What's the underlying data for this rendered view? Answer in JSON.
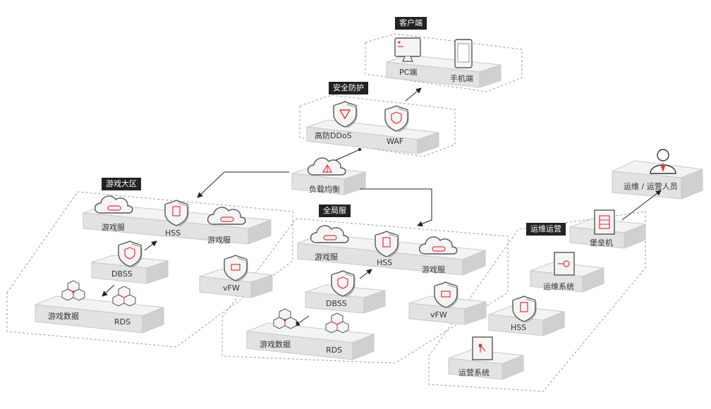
{
  "colors": {
    "accent": "#e8303b",
    "block_top": "#f3f3f3",
    "block_front": "#dcdcdc",
    "zone_border": "#9a9a9a",
    "tag_bg": "#222222"
  },
  "zones": {
    "client": {
      "tag": "客户端",
      "pc": "PC端",
      "mobile": "手机端"
    },
    "security": {
      "tag": "安全防护",
      "ddos": "高防DDoS",
      "waf": "WAF"
    },
    "lb": {
      "label": "负载均衡"
    },
    "game_region": {
      "tag": "游戏大区",
      "server1": "游戏服",
      "hss": "HSS",
      "server2": "游戏服",
      "dbss": "DBSS",
      "vfw": "vFW",
      "gamedata": "游戏数据",
      "rds": "RDS"
    },
    "global": {
      "tag": "全局服",
      "server1": "游戏服",
      "hss": "HSS",
      "server2": "游戏服",
      "dbss": "DBSS",
      "vfw": "vFW",
      "gamedata": "游戏数据",
      "rds": "RDS"
    },
    "ops": {
      "tag": "运维运营",
      "bastion": "堡垒机",
      "opsys": "运维系统",
      "hss": "HSS",
      "opersys": "运营系统"
    },
    "personnel": {
      "label": "运维 / 运营人员"
    }
  },
  "icons": [
    "monitor-icon",
    "tablet-icon",
    "anti-ddos-shield-icon",
    "waf-shield-icon",
    "load-balancer-cloud-icon",
    "game-server-cloud-icon",
    "hss-shield-icon",
    "dbss-shield-icon",
    "vfw-shield-icon",
    "hexagon-db-icon",
    "bastion-host-icon",
    "ops-system-icon",
    "operations-system-icon",
    "user-person-icon"
  ]
}
